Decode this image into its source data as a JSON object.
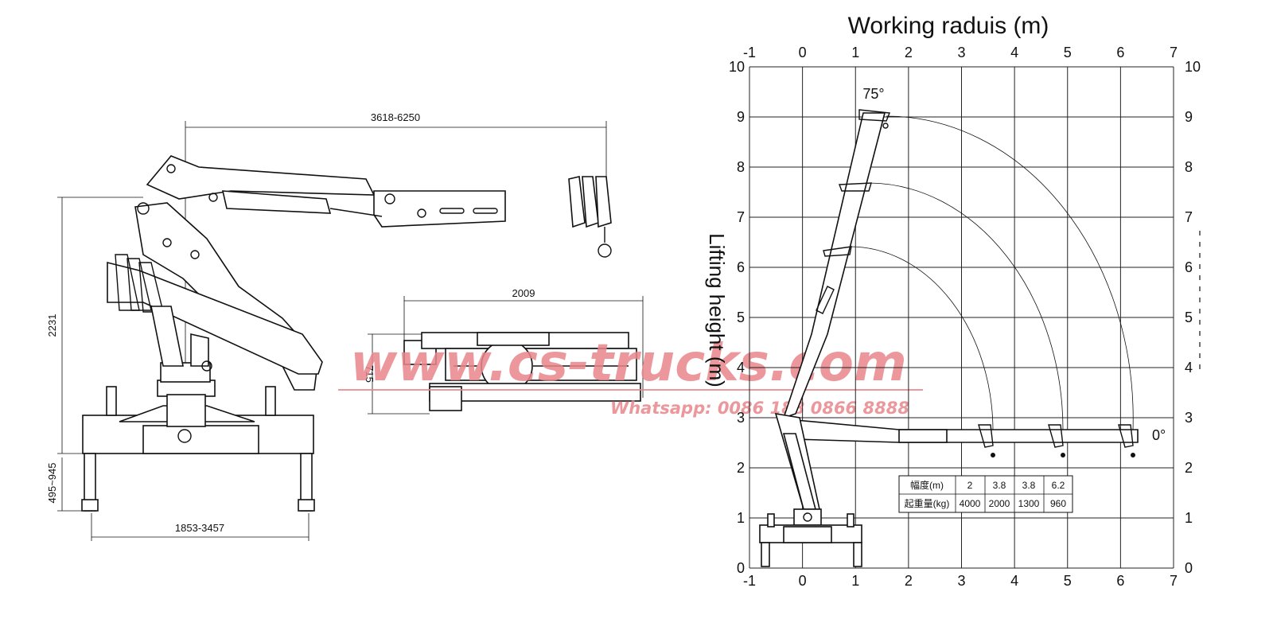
{
  "dimensions": {
    "reach": "3618-6250",
    "height": "2231",
    "leg": "495~945",
    "spread": "1853-3457",
    "top_width": "2009",
    "top_height": "715"
  },
  "chart": {
    "title": "Working raduis (m)",
    "ylabel": "Lifting height (m)",
    "angle_high": "75°",
    "angle_low": "0°",
    "x_ticks": [
      "-1",
      "0",
      "1",
      "2",
      "3",
      "4",
      "5",
      "6",
      "7"
    ],
    "y_ticks": [
      "0",
      "1",
      "2",
      "3",
      "4",
      "5",
      "6",
      "7",
      "8",
      "9",
      "10"
    ],
    "xlim": [
      -1,
      7
    ],
    "ylim": [
      0,
      10
    ]
  },
  "load_table": {
    "row1_label": "幅度(m)",
    "row2_label": "起重量(kg)",
    "radius": [
      "2",
      "3.8",
      "3.8",
      "6.2"
    ],
    "load": [
      "4000",
      "2000",
      "1300",
      "960"
    ]
  },
  "watermark": {
    "site": "www.cs-trucks.com",
    "phone": "Whatsapp: 0086 188 0866 8888"
  },
  "colors": {
    "line": "#111111",
    "watermark": "#e8868a"
  }
}
